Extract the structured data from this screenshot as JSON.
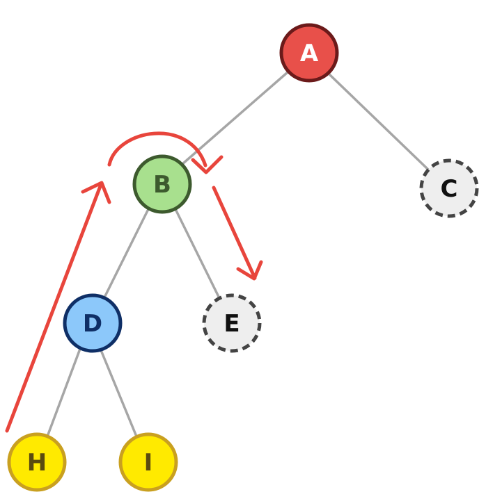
{
  "nodes": {
    "a": {
      "label": "A",
      "fill": "#E8504A",
      "stroke": "#6B1A1A",
      "text": "#FFFFFF",
      "style": "solid"
    },
    "b": {
      "label": "B",
      "fill": "#A8E08E",
      "stroke": "#3D5A2E",
      "text": "#3D5A2E",
      "style": "solid"
    },
    "c": {
      "label": "C",
      "fill": "#EEEEEE",
      "stroke": "#444444",
      "text": "#111111",
      "style": "dashed"
    },
    "d": {
      "label": "D",
      "fill": "#8CC8FA",
      "stroke": "#0F2F66",
      "text": "#0F2F66",
      "style": "solid"
    },
    "e": {
      "label": "E",
      "fill": "#EEEEEE",
      "stroke": "#444444",
      "text": "#111111",
      "style": "dashed"
    },
    "h": {
      "label": "H",
      "fill": "#FFEA00",
      "stroke": "#C9A020",
      "text": "#5A4A10",
      "style": "solid"
    },
    "i": {
      "label": "I",
      "fill": "#FFEA00",
      "stroke": "#C9A020",
      "text": "#5A4A10",
      "style": "solid"
    }
  },
  "colors": {
    "edge": "#A6A6A6",
    "traversal_arrow": "#E8453C"
  }
}
